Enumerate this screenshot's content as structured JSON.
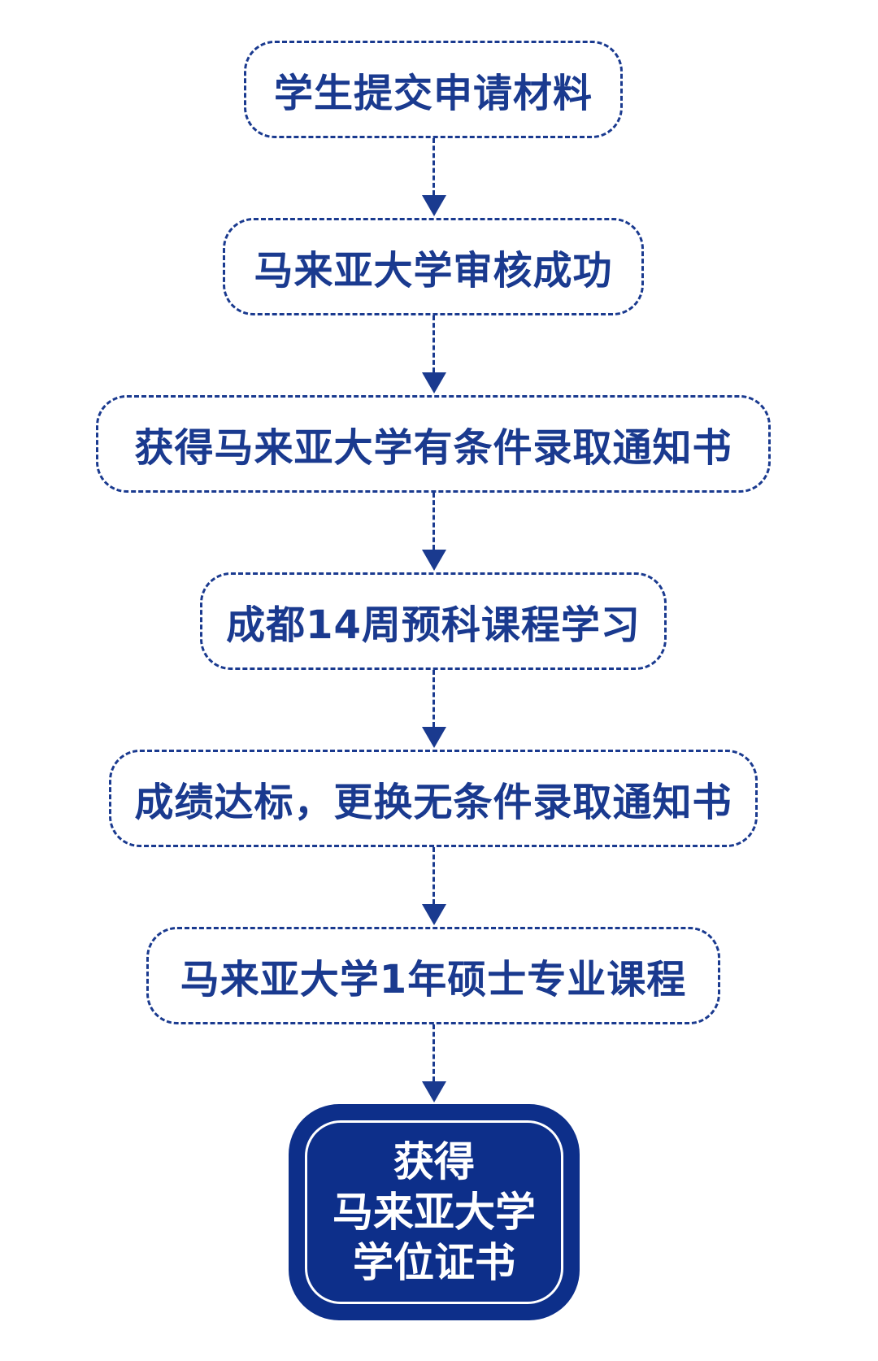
{
  "steps": [
    {
      "label": "学生提交申请材料"
    },
    {
      "label": "马来亚大学审核成功"
    },
    {
      "label": "获得马来亚大学有条件录取通知书"
    },
    {
      "label": "成都14周预科课程学习"
    },
    {
      "label": "成绩达标，更换无条件录取通知书"
    },
    {
      "label": "马来亚大学1年硕士专业课程"
    }
  ],
  "final": {
    "line1": "获得",
    "line2": "马来亚大学",
    "line3": "学位证书"
  },
  "colors": {
    "primary": "#1a3a8f",
    "final_fill": "#0d2f8a",
    "final_text": "#ffffff",
    "background": "#ffffff"
  }
}
